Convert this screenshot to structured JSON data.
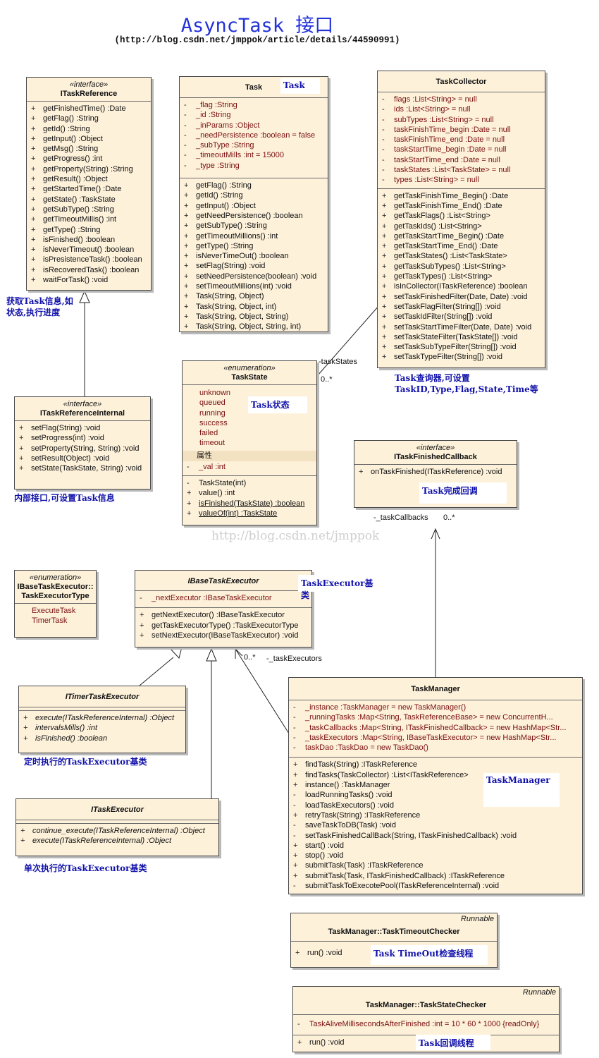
{
  "header": {
    "title": "AsyncTask 接口",
    "url": "(http://blog.csdn.net/jmppok/article/details/44590991)"
  },
  "watermark": "http://blog.csdn.net/jmppok",
  "classes": {
    "itaskreference": {
      "stereotype": "«interface»",
      "name": "ITaskReference",
      "operations": [
        "+ getFinishedTime() :Date",
        "+ getFlag() :String",
        "+ getId() :String",
        "+ getInput() :Object",
        "+ getMsg() :String",
        "+ getProgress() :int",
        "+ getProperty(String) :String",
        "+ getResult() :Object",
        "+ getStartedTime() :Date",
        "+ getState() :TaskState",
        "+ getSubType() :String",
        "+ getTimeoutMillis() :int",
        "+ getType() :String",
        "+ isFinished() :boolean",
        "+ isNeverTimeout() :boolean",
        "+ isPresistenceTask() :boolean",
        "+ isRecoveredTask() :boolean",
        "+ waitForTask() :void"
      ]
    },
    "task": {
      "name": "Task",
      "attributes": [
        "- _flag :String",
        "- _id :String",
        "- _inParams :Object",
        "- _needPersistence :boolean = false",
        "- _subType :String",
        "- _timeoutMills :int = 15000",
        "- _type :String"
      ],
      "operations": [
        "+ getFlag() :String",
        "+ getId() :String",
        "+ getInput() :Object",
        "+ getNeedPersistence() :boolean",
        "+ getSubType() :String",
        "+ getTimeoutMillions() :int",
        "+ getType() :String",
        "+ isNeverTimeOut() :boolean",
        "+ setFlag(String) :void",
        "+ setNeedPersistence(boolean) :void",
        "+ setTimeoutMillions(int) :void",
        "+ Task(String, Object)",
        "+ Task(String, Object, int)",
        "+ Task(String, Object, String)",
        "+ Task(String, Object, String, int)"
      ]
    },
    "taskcollector": {
      "name": "TaskCollector",
      "attributes": [
        "- flags :List<String> = null",
        "- ids :List<String> = null",
        "- subTypes :List<String> = null",
        "- taskFinishTime_begin :Date = null",
        "- taskFinishTime_end :Date = null",
        "- taskStartTime_begin :Date = null",
        "- taskStartTime_end :Date = null",
        "- taskStates :List<TaskState> = null",
        "- types :List<String> = null"
      ],
      "operations": [
        "+ getTaskFinishTime_Begin() :Date",
        "+ getTaskFinishTime_End() :Date",
        "+ getTaskFlags() :List<String>",
        "+ getTaskIds() :List<String>",
        "+ getTaskStartTime_Begin() :Date",
        "+ getTaskStartTime_End() :Date",
        "+ getTaskStates() :List<TaskState>",
        "+ getTaskSubTypes() :List<String>",
        "+ getTaskTypes() :List<String>",
        "+ isInCollector(ITaskReference) :boolean",
        "+ setTaskFinishedFilter(Date, Date) :void",
        "+ setTaskFlagFilter(String[]) :void",
        "+ setTaskIdFilter(String[]) :void",
        "+ setTaskStartTimeFilter(Date, Date) :void",
        "+ setTaskStateFilter(TaskState[]) :void",
        "+ setTaskSubTypeFilter(String[]) :void",
        "+ setTaskTypeFilter(String[]) :void"
      ]
    },
    "itaskreferenceinternal": {
      "stereotype": "«interface»",
      "name": "ITaskReferenceInternal",
      "operations": [
        "+ setFlag(String) :void",
        "+ setProgress(int) :void",
        "+ setProperty(String, String) :void",
        "+ setResult(Object) :void",
        "+ setState(TaskState, String) :void"
      ]
    },
    "taskstate": {
      "stereotype": "«enumeration»",
      "name": "TaskState",
      "literals": [
        "unknown",
        "queued",
        "running",
        "success",
        "failed",
        "timeout"
      ],
      "section_title": "属性",
      "attributes": [
        "- _val :int"
      ],
      "operations": [
        "- TaskState(int)",
        "+ value() :int",
        "+ isFinished(TaskState) :boolean",
        "+ valueOf(int) :TaskState"
      ]
    },
    "itaskfinishedcallback": {
      "stereotype": "«interface»",
      "name": "ITaskFinishedCallback",
      "operations": [
        "+ onTaskFinished(ITaskReference) :void"
      ]
    },
    "executortype": {
      "stereotype": "«enumeration»",
      "name_line1": "IBaseTaskExecutor::",
      "name_line2": "TaskExecutorType",
      "literals": [
        "ExecuteTask",
        "TimerTask"
      ]
    },
    "ibasetaskexecutor": {
      "name": "IBaseTaskExecutor",
      "attributes": [
        "- _nextExecutor :IBaseTaskExecutor"
      ],
      "operations": [
        "+ getNextExecutor() :IBaseTaskExecutor",
        "+ getTaskExecutorType() :TaskExecutorType",
        "+ setNextExecutor(IBaseTaskExecutor) :void"
      ]
    },
    "itimertaskexecutor": {
      "name": "ITimerTaskExecutor",
      "operations": [
        "+ execute(ITaskReferenceInternal) :Object",
        "+ intervalsMills() :int",
        "+ isFinished() :boolean"
      ]
    },
    "itaskexecutor": {
      "name": "ITaskExecutor",
      "operations": [
        "+ continue_execute(ITaskReferenceInternal) :Object",
        "+ execute(ITaskReferenceInternal) :Object"
      ]
    },
    "taskmanager": {
      "name": "TaskManager",
      "attributes": [
        "- _instance :TaskManager = new TaskManager()",
        "- _runningTasks :Map<String, TaskReferenceBase> = new ConcurrentH...",
        "- _taskCallbacks :Map<String, ITaskFinishedCallback> = new HashMap<Str...",
        "- _taskExecutors :Map<String, IBaseTaskExecutor> = new HashMap<Str...",
        "- taskDao :TaskDao = new TaskDao()"
      ],
      "operations": [
        "+ findTask(String) :ITaskReference",
        "+ findTasks(TaskCollector) :List<ITaskReference>",
        "+ instance() :TaskManager",
        "- loadRunningTasks() :void",
        "- loadTaskExecutors() :void",
        "+ retryTask(String) :ITaskReference",
        "- saveTaskToDB(Task) :void",
        "- setTaskFinishedCallBack(String, ITaskFinishedCallback) :void",
        "+ start() :void",
        "+ stop() :void",
        "+ submitTask(Task) :ITaskReference",
        "+ submitTask(Task, ITaskFinishedCallback) :ITaskReference",
        "- submitTaskToExecotePool(ITaskReferenceInternal) :void"
      ]
    },
    "timeoutchecker": {
      "corner": "Runnable",
      "name": "TaskManager::TaskTimeoutChecker",
      "operations": [
        "+ run() :void"
      ]
    },
    "statechecker": {
      "corner": "Runnable",
      "name": "TaskManager::TaskStateChecker",
      "attributes": [
        "- TaskAliveMillisecondsAfterFinished :int = 10 * 60 * 1000 {readOnly}"
      ],
      "operations": [
        "+ run() :void"
      ]
    }
  },
  "tags": {
    "task": "Task",
    "taskstate": "Task状态",
    "callback": "Task完成回调",
    "executor": "TaskExecutor基类",
    "manager": "TaskManager",
    "timeout": "Task TimeOut检查线程",
    "statechk": "Task回调线程"
  },
  "notes": {
    "itaskref_line1": "获取Task信息,如",
    "itaskref_line2": "状态,执行进度",
    "internal": "内部接口,可设置Task信息",
    "collector_line1": "Task查询器,可设置",
    "collector_line2": "TaskID,Type,Flag,State,Time等",
    "timer": "定时执行的TaskExecutor基类",
    "once": "单次执行的TaskExecutor基类"
  },
  "labels": {
    "task_states_role": "-taskStates",
    "task_states_mult": "0..*",
    "callbacks_role": "-_taskCallbacks",
    "callbacks_mult": "0..*",
    "executors_role": "-_taskExecutors",
    "executors_mult": "0..*"
  }
}
